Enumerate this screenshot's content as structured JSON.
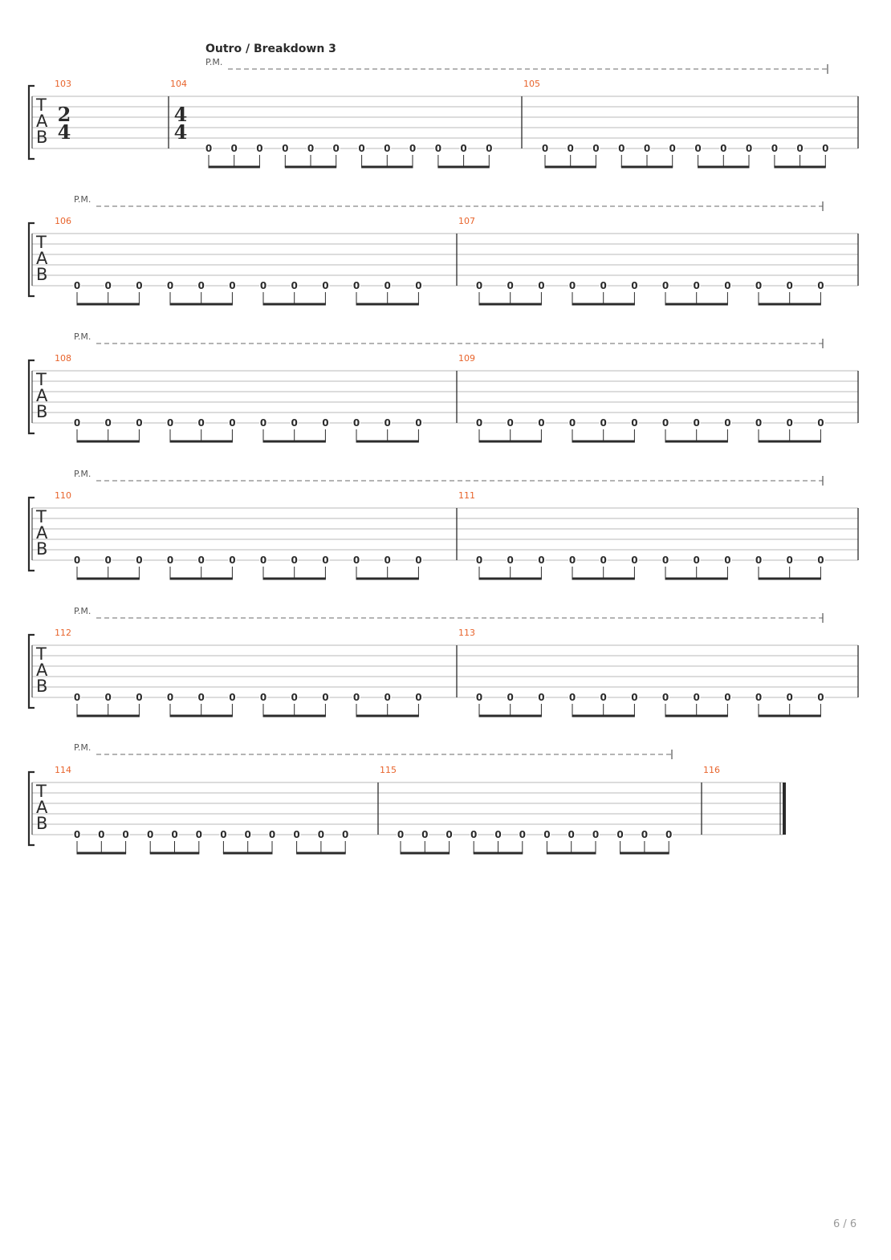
{
  "section_title": "Outro / Breakdown 3",
  "page_number": "6 / 6",
  "palm_mute_label": "P.M.",
  "tab_clef": [
    "T",
    "A",
    "B"
  ],
  "note_label": "0",
  "colors": {
    "bar_number": "#e8642c",
    "ink": "#2b2b2b",
    "staff_line": "#b9b9b9"
  },
  "systems": [
    {
      "palm_mute": true,
      "measures": [
        {
          "number": "103",
          "time_signature": [
            "2",
            "4"
          ],
          "groups": []
        },
        {
          "number": "104",
          "time_signature": [
            "4",
            "4"
          ],
          "groups": [
            3,
            3,
            3,
            3
          ]
        },
        {
          "number": "105",
          "groups": [
            3,
            3,
            3,
            3
          ]
        }
      ]
    },
    {
      "palm_mute": true,
      "measures": [
        {
          "number": "106",
          "groups": [
            3,
            3,
            3,
            3
          ]
        },
        {
          "number": "107",
          "groups": [
            3,
            3,
            3,
            3
          ]
        }
      ]
    },
    {
      "palm_mute": true,
      "measures": [
        {
          "number": "108",
          "groups": [
            3,
            3,
            3,
            3
          ]
        },
        {
          "number": "109",
          "groups": [
            3,
            3,
            3,
            3
          ]
        }
      ]
    },
    {
      "palm_mute": true,
      "measures": [
        {
          "number": "110",
          "groups": [
            3,
            3,
            3,
            3
          ]
        },
        {
          "number": "111",
          "groups": [
            3,
            3,
            3,
            3
          ]
        }
      ]
    },
    {
      "palm_mute": true,
      "measures": [
        {
          "number": "112",
          "groups": [
            3,
            3,
            3,
            3
          ]
        },
        {
          "number": "113",
          "groups": [
            3,
            3,
            3,
            3
          ]
        }
      ]
    },
    {
      "palm_mute": true,
      "measures": [
        {
          "number": "114",
          "groups": [
            3,
            3,
            3,
            3
          ]
        },
        {
          "number": "115",
          "groups": [
            3,
            3,
            3,
            3
          ]
        },
        {
          "number": "116",
          "groups": [],
          "final_barline": true
        }
      ]
    }
  ]
}
